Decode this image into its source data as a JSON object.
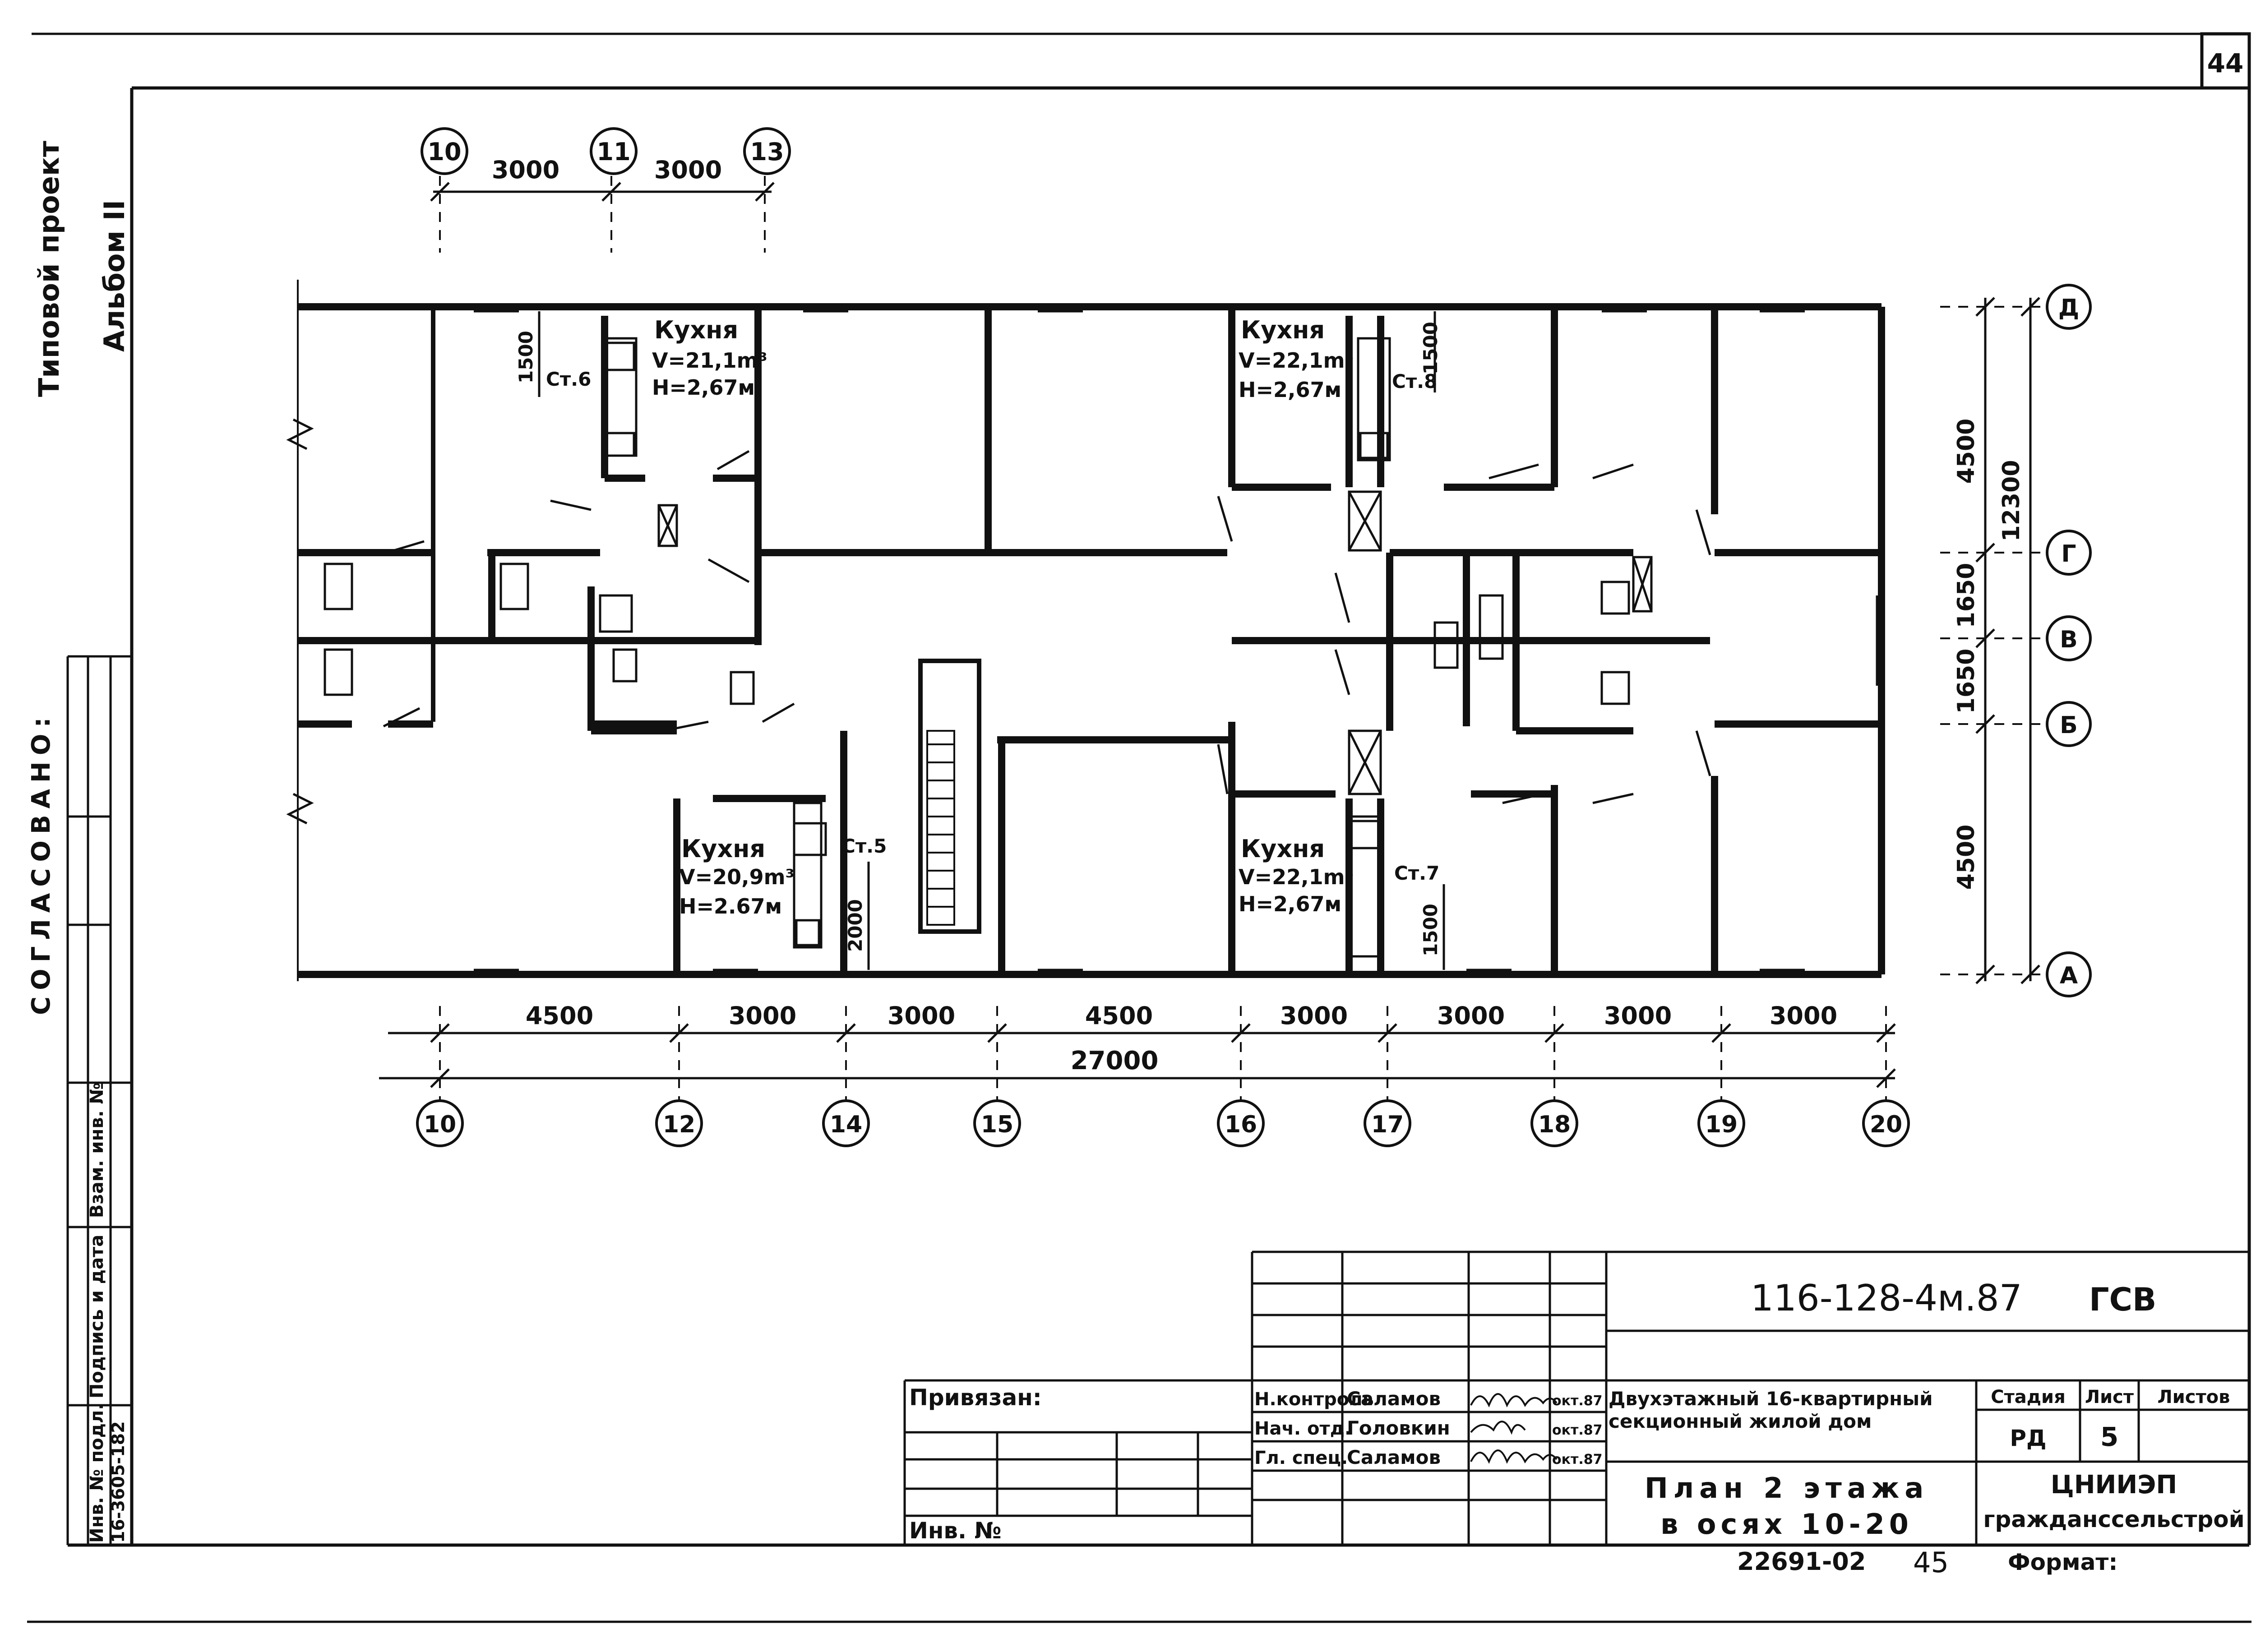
{
  "sheet": {
    "page_number": "44",
    "series_title_1": "Типовой проект",
    "series_title_2": "Альбом II"
  },
  "left_strip": {
    "agreed": "СОГЛАСОВАНО:",
    "inv_orig": "Инв. № подл.",
    "sign_date": "Подпись и дата",
    "replace_inv": "Взам. инв. №",
    "inv_value": "16-3605-182"
  },
  "plan": {
    "top_axes": [
      "10",
      "11",
      "13"
    ],
    "top_dims": [
      "3000",
      "3000"
    ],
    "right_axes": [
      "Д",
      "Г",
      "В",
      "Б",
      "А"
    ],
    "right_dims": [
      "4500",
      "1650",
      "1650",
      "4500"
    ],
    "right_total": "12300",
    "bottom_axes": [
      "10",
      "12",
      "14",
      "15",
      "16",
      "17",
      "18",
      "19",
      "20"
    ],
    "bottom_dims": [
      "4500",
      "3000",
      "3000",
      "4500",
      "3000",
      "3000",
      "3000",
      "3000"
    ],
    "bottom_total": "27000",
    "kitchens": [
      {
        "title": "Кухня",
        "volume": "V=21,1m³",
        "height": "H=2,67м",
        "riser": "Ст.6",
        "dim": "1500"
      },
      {
        "title": "Кухня",
        "volume": "V=22,1m³",
        "height": "H=2,67м",
        "riser": "Ст.8",
        "dim": "1500"
      },
      {
        "title": "Кухня",
        "volume": "V=20,9m³",
        "height": "H=2.67м",
        "riser": "Ст.5",
        "dim": "2000"
      },
      {
        "title": "Кухня",
        "volume": "V=22,1m³",
        "height": "H=2,67м",
        "riser": "Ст.7",
        "dim": "1500"
      }
    ]
  },
  "title_block": {
    "doc_code": "116-128-4м.87",
    "section": "ГСВ",
    "bound": "Привязан:",
    "inv_no": "Инв. №",
    "roles": [
      "Н.контроль",
      "Нач. отд.",
      "Гл. спец."
    ],
    "names": [
      "Саламов",
      "Головкин",
      "Саламов"
    ],
    "dates": [
      "окт.87",
      "окт.87",
      "окт.87"
    ],
    "building": [
      "Двухэтажный 16-квартирный",
      "секционный жилой дом"
    ],
    "sheet_title": [
      "План 2 этажа",
      "в осях 10-20"
    ],
    "stage_label": "Стадия",
    "sheet_label": "Лист",
    "sheets_label": "Листов",
    "stage": "РД",
    "sheet": "5",
    "org": [
      "ЦНИИЭП",
      "гражданссельстрой"
    ],
    "archive_no": "22691-02",
    "page_ref": "45",
    "format_label": "Формат:"
  }
}
